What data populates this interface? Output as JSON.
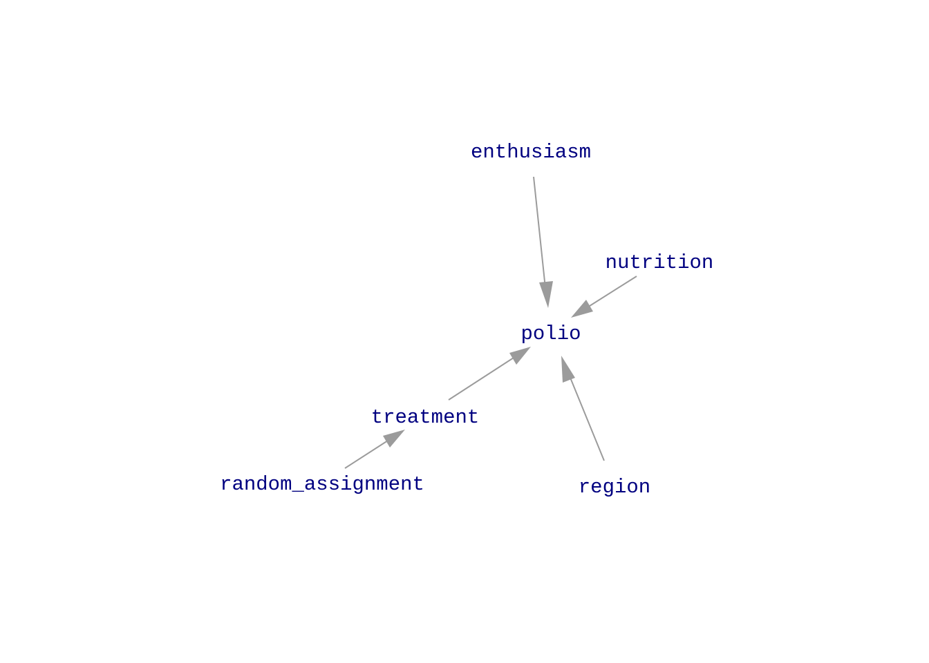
{
  "diagram": {
    "type": "directed-acyclic-graph",
    "colors": {
      "node_text": "#000080",
      "edge": "#9b9b9b",
      "background": "#ffffff"
    },
    "nodes": [
      {
        "id": "enthusiasm",
        "label": "enthusiasm"
      },
      {
        "id": "nutrition",
        "label": "nutrition"
      },
      {
        "id": "polio",
        "label": "polio"
      },
      {
        "id": "treatment",
        "label": "treatment"
      },
      {
        "id": "random_assignment",
        "label": "random_assignment"
      },
      {
        "id": "region",
        "label": "region"
      }
    ],
    "edges": [
      {
        "from": "enthusiasm",
        "to": "polio"
      },
      {
        "from": "nutrition",
        "to": "polio"
      },
      {
        "from": "treatment",
        "to": "polio"
      },
      {
        "from": "region",
        "to": "polio"
      },
      {
        "from": "random_assignment",
        "to": "treatment"
      }
    ]
  }
}
